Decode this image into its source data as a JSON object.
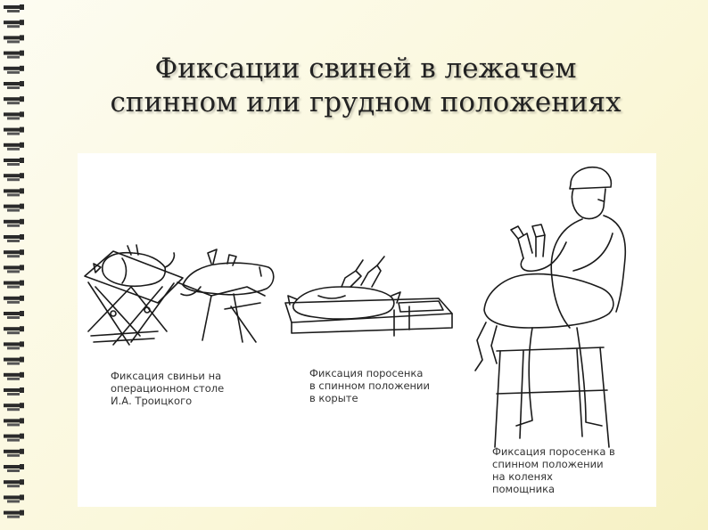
{
  "slide": {
    "title_line1": "Фиксации свиней в лежачем",
    "title_line2": "спинном или грудном положениях"
  },
  "captions": {
    "table": [
      "Фиксация свиньи на",
      "операционном столе",
      "И.А. Троицкого"
    ],
    "trough": [
      "Фиксация поросенка",
      "в спинном положении",
      "в корыте"
    ],
    "knees": [
      "Фиксация поросенка в",
      "спинном положении",
      "на коленях",
      "помощника"
    ]
  },
  "icons": {
    "figure_1": "pig-on-troitsky-table-illustration",
    "figure_2": "piglet-in-trough-illustration",
    "figure_3": "assistant-holding-piglet-on-knees-illustration",
    "binding": "notebook-spiral-binding-icon"
  }
}
